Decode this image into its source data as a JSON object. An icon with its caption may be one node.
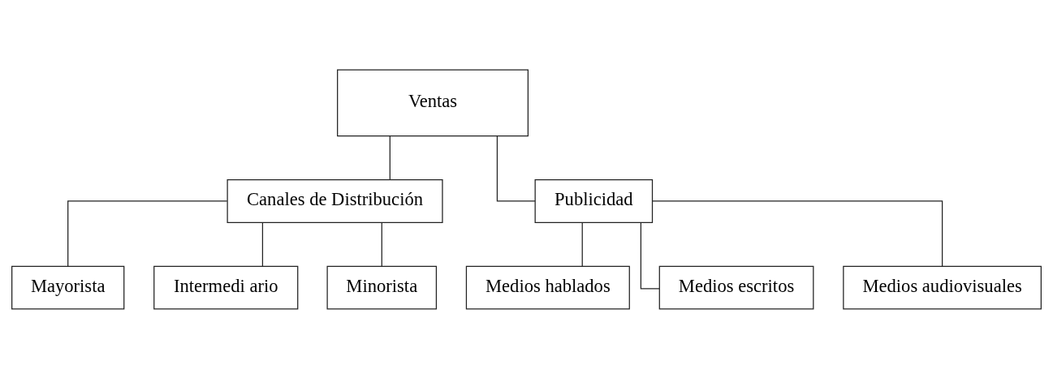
{
  "diagram": {
    "nodes": [
      {
        "text": [
          "Ventas"
        ]
      },
      {
        "text": [
          "Canales de Distribución"
        ]
      },
      {
        "text": [
          "Publicidad"
        ]
      },
      {
        "text": [
          "Mayorista"
        ]
      },
      {
        "text": [
          "Intermedi ario"
        ]
      },
      {
        "text": [
          "Minorista"
        ]
      },
      {
        "text": [
          "Medios hablados"
        ]
      },
      {
        "text": [
          "Medios escritos"
        ]
      },
      {
        "text": [
          "Medios audiovisuales"
        ]
      }
    ],
    "edges": [
      {
        "from": 0,
        "to": 1,
        "arrow": "none"
      },
      {
        "from": 0,
        "to": 2,
        "arrow": "none"
      },
      {
        "from": 1,
        "to": 3,
        "arrow": "none"
      },
      {
        "from": 1,
        "to": 4,
        "arrow": "none"
      },
      {
        "from": 1,
        "to": 5,
        "arrow": "none"
      },
      {
        "from": 2,
        "to": 6,
        "arrow": "none"
      },
      {
        "from": 2,
        "to": 7,
        "arrow": "none"
      },
      {
        "from": 2,
        "to": 8,
        "arrow": "none"
      }
    ]
  }
}
